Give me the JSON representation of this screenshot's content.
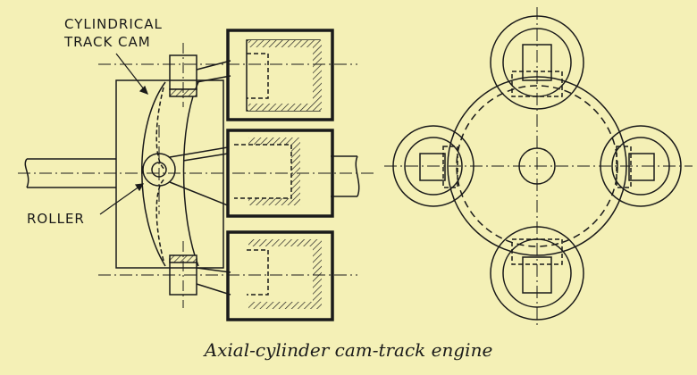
{
  "labels": {
    "cam_line1": "CYLINDRICAL",
    "cam_line2": "TRACK CAM",
    "roller": "ROLLER"
  },
  "caption": "Axial-cylinder cam-track engine",
  "colors": {
    "background": "#f4f0b6",
    "ink": "#1a1a1a",
    "hatch": "#2a2a2a"
  }
}
